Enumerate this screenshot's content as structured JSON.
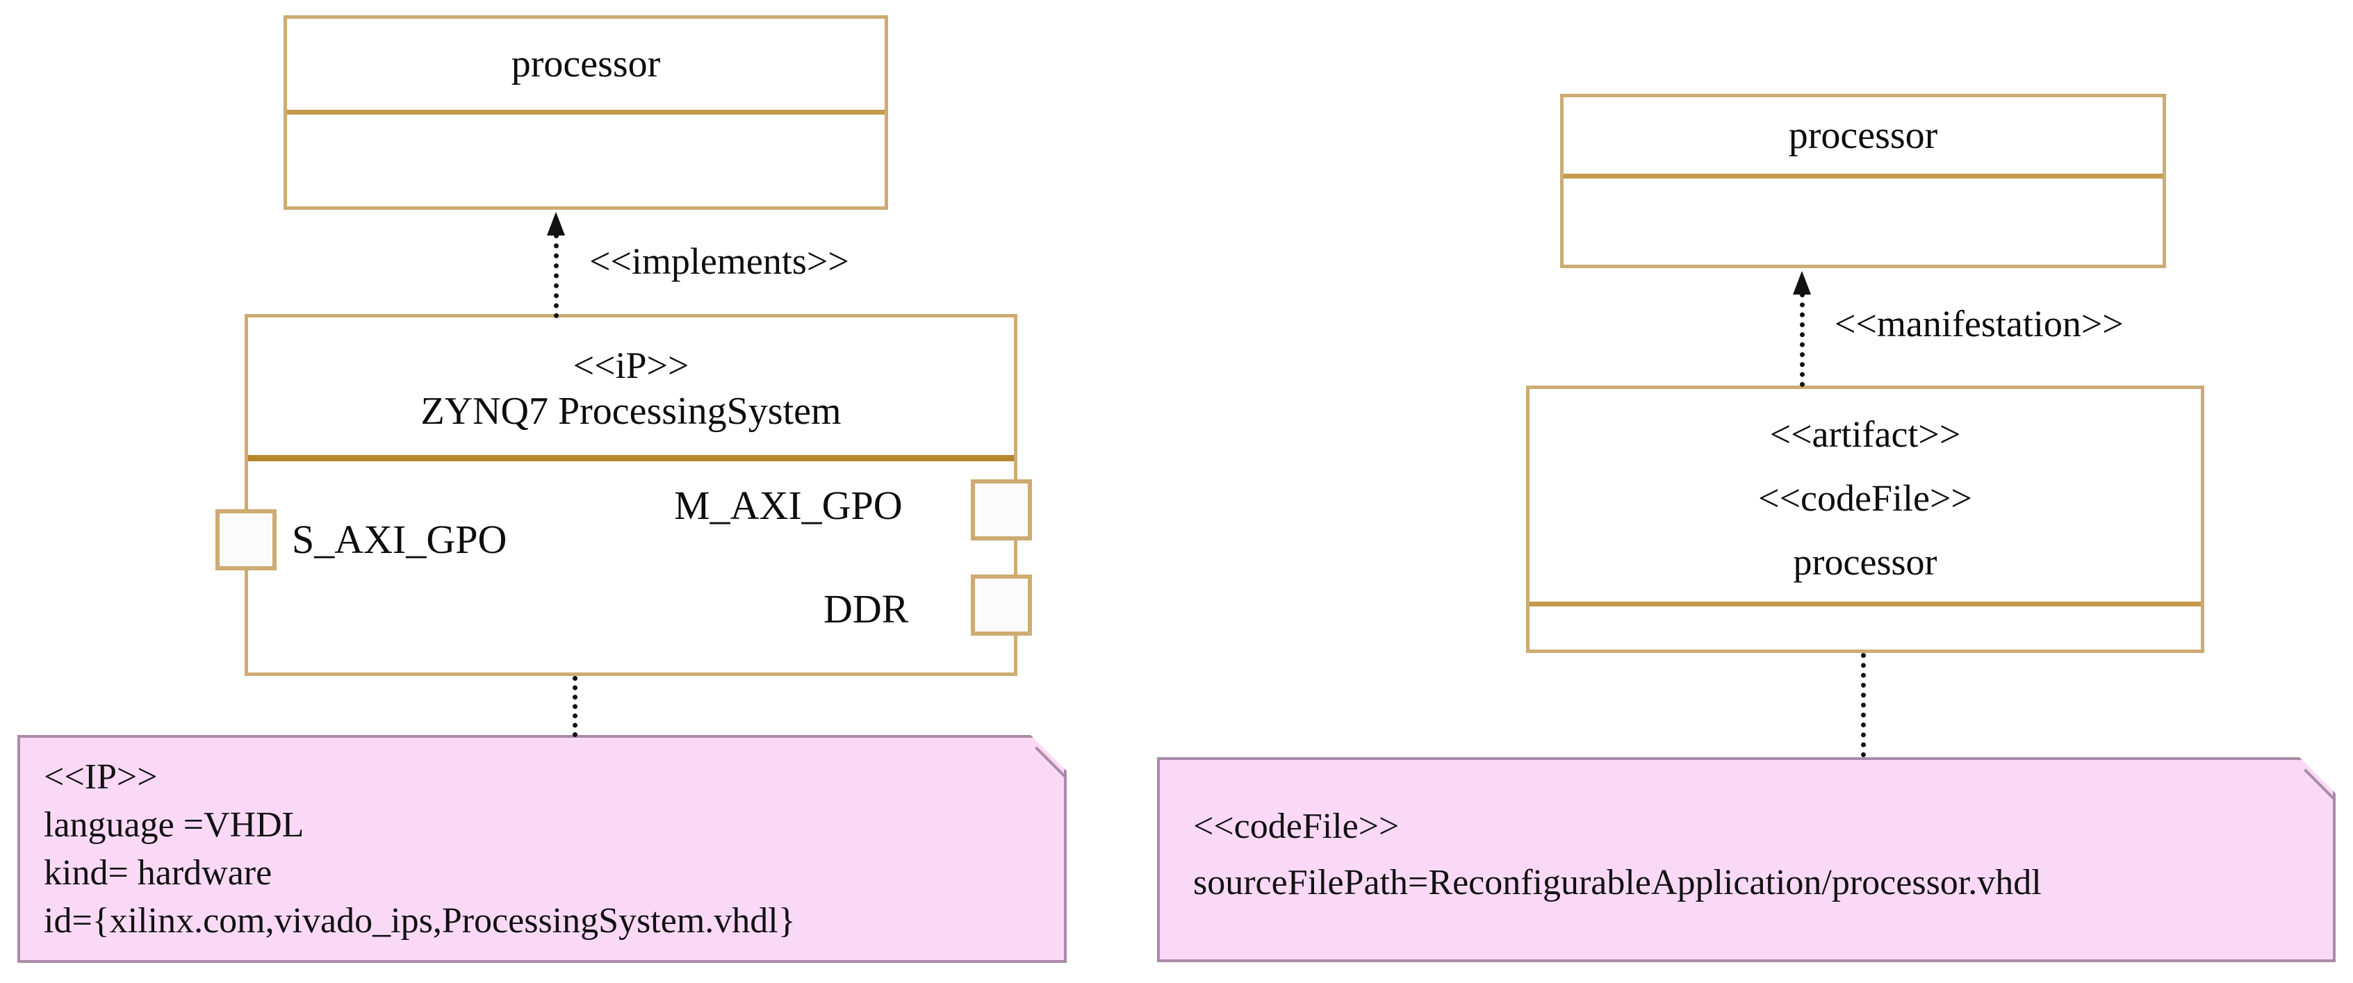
{
  "diagram": {
    "type": "uml-deployment-component-diagram",
    "background": "#ffffff",
    "colors": {
      "node_border": "#cdab72",
      "node_divider": "#c49a4b",
      "note_fill": "#fad9f6",
      "note_border": "#a98ba8",
      "text": "#111111",
      "connector": "#111111"
    }
  },
  "left": {
    "component": {
      "name": "processor"
    },
    "dependency": {
      "label": "<<implements>>"
    },
    "ip_node": {
      "stereotype": "<<iP>>",
      "name": "ZYNQ7 ProcessingSystem",
      "ports": [
        {
          "id": "s-axi-gpo",
          "label": "S_AXI_GPO",
          "side": "left"
        },
        {
          "id": "m-axi-gpo",
          "label": "M_AXI_GPO",
          "side": "right"
        },
        {
          "id": "ddr",
          "label": "DDR",
          "side": "right"
        }
      ]
    },
    "note": {
      "lines": [
        "<<IP>>",
        "language =VHDL",
        " kind= hardware",
        "id={xilinx.com,vivado_ips,ProcessingSystem.vhdl}"
      ]
    }
  },
  "right": {
    "component": {
      "name": "processor"
    },
    "dependency": {
      "label": "<<manifestation>>"
    },
    "artifact_node": {
      "stereotype_1": "<<artifact>>",
      "stereotype_2": "<<codeFile>>",
      "name": "processor"
    },
    "note": {
      "lines": [
        "<<codeFile>>",
        "sourceFilePath=ReconfigurableApplication/processor.vhdl"
      ]
    }
  }
}
